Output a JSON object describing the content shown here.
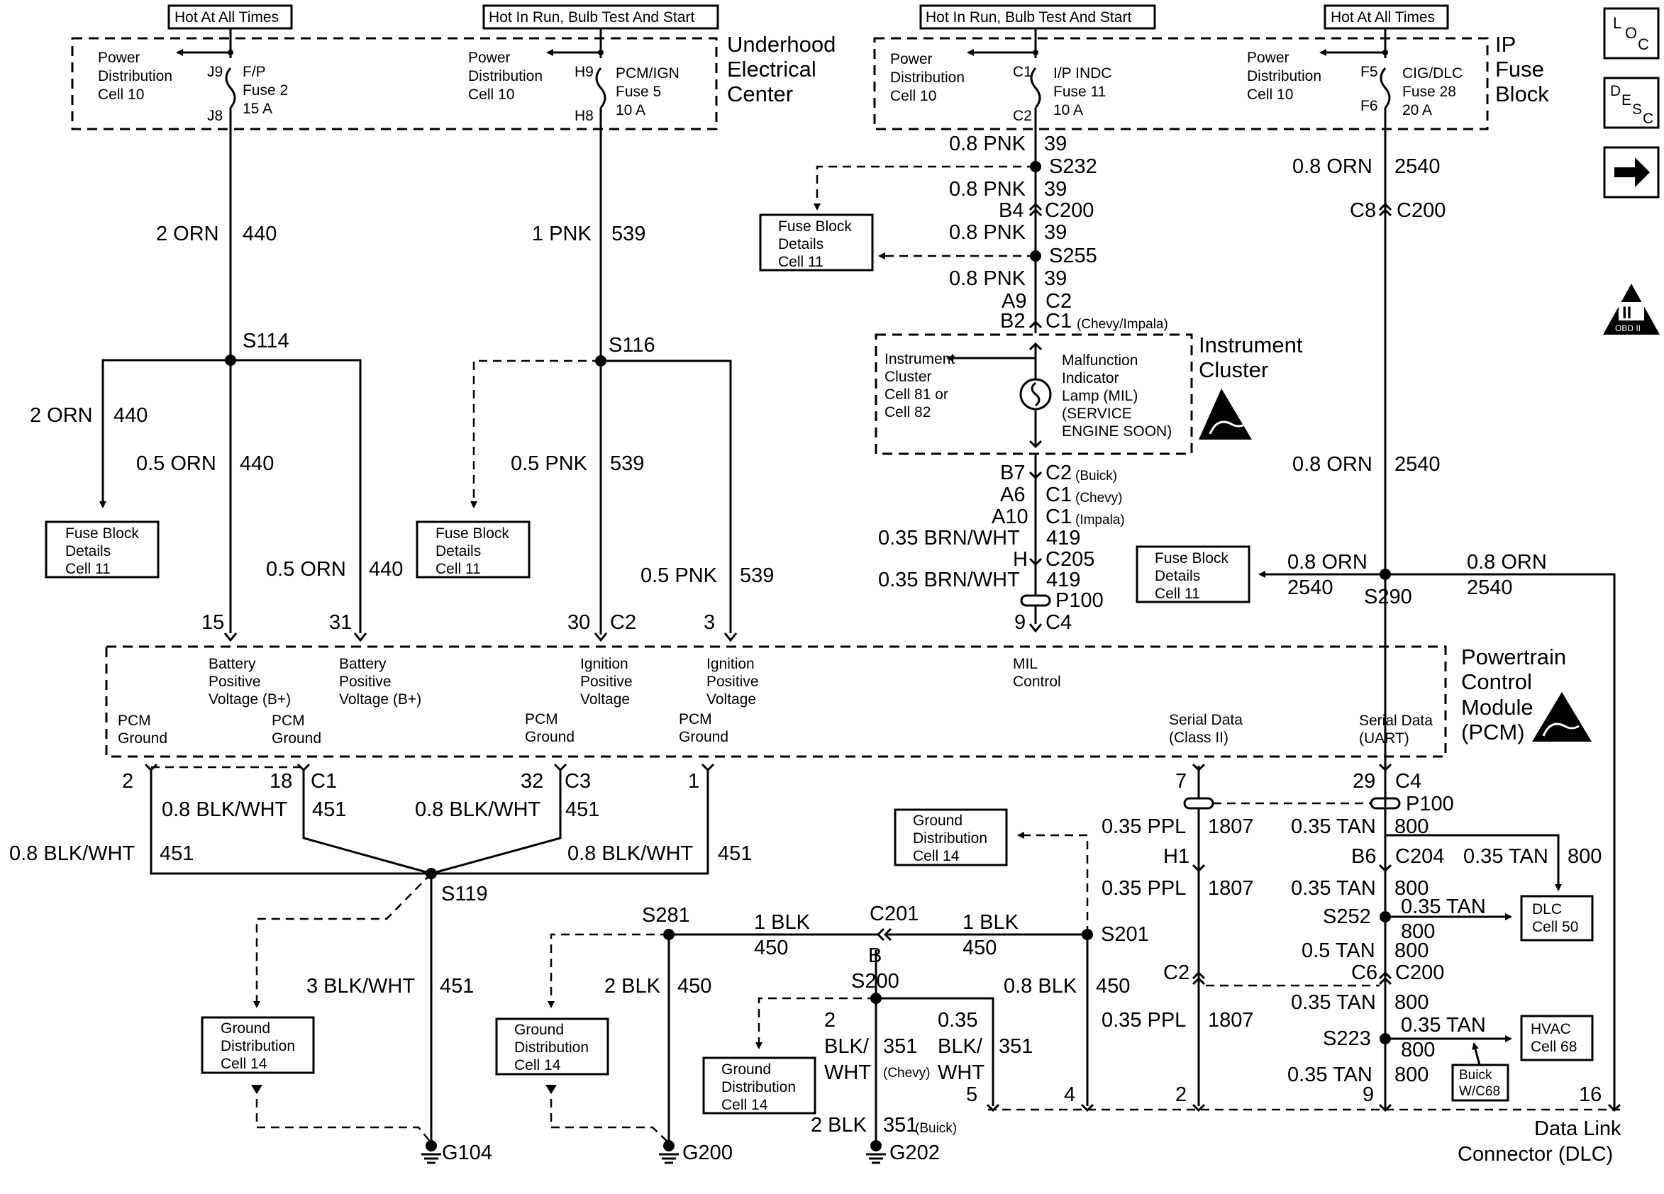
{
  "headers": {
    "h1": "Hot At All Times",
    "h2": "Hot In Run, Bulb Test And Start",
    "h3": "Hot In Run, Bulb Test And Start",
    "h4": "Hot At All Times"
  },
  "underhood": {
    "title1": "Underhood",
    "title2": "Electrical",
    "title3": "Center",
    "pd1": [
      "Power",
      "Distribution",
      "Cell 10"
    ],
    "pd2": [
      "Power",
      "Distribution",
      "Cell 10"
    ],
    "fuse2": [
      "F/P",
      "Fuse 2",
      "15 A"
    ],
    "fuse5": [
      "PCM/IGN",
      "Fuse 5",
      "10 A"
    ],
    "pins": {
      "j9": "J9",
      "j8": "J8",
      "h9": "H9",
      "h8": "H8"
    }
  },
  "ipfuse": {
    "title1": "IP",
    "title2": "Fuse",
    "title3": "Block",
    "pd1": [
      "Power",
      "Distribution",
      "Cell 10"
    ],
    "pd2": [
      "Power",
      "Distribution",
      "Cell 10"
    ],
    "fuse11": [
      "I/P INDC",
      "Fuse 11",
      "10 A"
    ],
    "fuse28": [
      "CIG/DLC",
      "Fuse 28",
      "20 A"
    ],
    "pins": {
      "c1": "C1",
      "c2": "C2",
      "f5": "F5",
      "f6": "F6"
    }
  },
  "side_icons": {
    "loc": [
      "L",
      "O",
      "C"
    ],
    "desc": [
      "D",
      "E",
      "S",
      "C"
    ],
    "arrow": "→",
    "obd": "OBD II",
    "obd_num": "II"
  },
  "wires": {
    "w1": [
      "2 ORN",
      "440"
    ],
    "w2": [
      "1 PNK",
      "539"
    ],
    "w3": [
      "2 ORN",
      "440"
    ],
    "w4": [
      "0.5 ORN",
      "440"
    ],
    "w5": [
      "0.5 ORN",
      "440"
    ],
    "w6": [
      "0.5 PNK",
      "539"
    ],
    "w7": [
      "0.5 PNK",
      "539"
    ],
    "w8": [
      "0.8 PNK",
      "39"
    ],
    "w9": [
      "0.8 PNK",
      "39"
    ],
    "w10": [
      "0.8 PNK",
      "39"
    ],
    "w11": [
      "0.8 PNK",
      "39"
    ],
    "w12": [
      "0.8 ORN",
      "2540"
    ],
    "w13": [
      "0.8 ORN",
      "2540"
    ],
    "w14": [
      "0.8 ORN",
      "2540"
    ],
    "w15": [
      "0.8 ORN",
      "2540"
    ],
    "w16": [
      "0.35 BRN/WHT",
      "419"
    ],
    "w17": [
      "0.35 BRN/WHT",
      "419"
    ],
    "w18": [
      "0.8 BLK/WHT",
      "451"
    ],
    "w19": [
      "0.8 BLK/WHT",
      "451"
    ],
    "w20": [
      "0.8 BLK/WHT",
      "451"
    ],
    "w21": [
      "0.8 BLK/WHT",
      "451"
    ],
    "w22": [
      "3 BLK/WHT",
      "451"
    ],
    "w23": [
      "2 BLK",
      "450"
    ],
    "w24": [
      "1 BLK",
      "450"
    ],
    "w25": [
      "1 BLK",
      "450"
    ],
    "w26": [
      "0.8 BLK",
      "450"
    ],
    "w27": [
      "2 BLK",
      "351"
    ],
    "w28": [
      "0.35 PPL",
      "1807"
    ],
    "w29": [
      "0.35 PPL",
      "1807"
    ],
    "w30": [
      "0.35 PPL",
      "1807"
    ],
    "w31": [
      "0.35 TAN",
      "800"
    ],
    "w32": [
      "0.35 TAN",
      "800"
    ],
    "w33": [
      "0.35 TAN",
      "800"
    ],
    "w34": [
      "0.35 TAN",
      "800"
    ],
    "w35": [
      "0.5 TAN",
      "800"
    ],
    "w36": [
      "0.35 TAN",
      "800"
    ],
    "w37": [
      "0.35 TAN",
      "800"
    ],
    "w38": [
      "0.35 TAN",
      "800"
    ],
    "w200a": [
      "2",
      "BLK/",
      "WHT"
    ],
    "w200b": [
      "0.35",
      "BLK/",
      "WHT"
    ],
    "w200n1": "351",
    "w200n2": "351",
    "chevy_note": "(Chevy)",
    "buick_note": "(Buick)"
  },
  "splices": {
    "s114": "S114",
    "s116": "S116",
    "s232": "S232",
    "s255": "S255",
    "s290": "S290",
    "s119": "S119",
    "s281": "S281",
    "s201": "S201",
    "s200": "S200",
    "s252": "S252",
    "s223": "S223"
  },
  "connectors": {
    "b4": "B4",
    "c200a": "C200",
    "c8": "C8",
    "c200b": "C200",
    "a9": "A9",
    "c2a": "C2",
    "b2": "B2",
    "c1a": "C1",
    "chevy_impala": "(Chevy/Impala)",
    "b7": "B7",
    "c2b": "C2",
    "buick": "(Buick)",
    "a6": "A6",
    "c1b": "C1",
    "chevy": "(Chevy)",
    "a10": "A10",
    "c1c": "C1",
    "impala": "(Impala)",
    "h": "H",
    "c205": "C205",
    "p100a": "P100",
    "nine": "9",
    "c4a": "C4",
    "p15": "15",
    "p31": "31",
    "p30": "30",
    "c2c": "C2",
    "p3": "3",
    "p2": "2",
    "p18": "18",
    "c1d": "C1",
    "p32": "32",
    "c3": "C3",
    "p1": "1",
    "p7": "7",
    "p29": "29",
    "c4b": "C4",
    "p100b": "P100",
    "h1": "H1",
    "b6": "B6",
    "c204": "C204",
    "c2d": "C2",
    "c6": "C6",
    "c200c": "C200",
    "c201": "C201",
    "b": "B",
    "d5": "5",
    "d4": "4",
    "d2": "2",
    "d9": "9",
    "d16": "16"
  },
  "fuse_details": [
    "Fuse Block",
    "Details",
    "Cell 11"
  ],
  "ground_dist": [
    "Ground",
    "Distribution",
    "Cell 14"
  ],
  "dlc_box": [
    "DLC",
    "Cell 50"
  ],
  "hvac_box": [
    "HVAC",
    "Cell 68"
  ],
  "buick_w": [
    "Buick",
    "W/C68"
  ],
  "instrument": {
    "title1": "Instrument",
    "title2": "Cluster",
    "ref": [
      "Instrument",
      "Cluster",
      "Cell 81 or",
      "Cell 82"
    ],
    "mil": [
      "Malfunction",
      "Indicator",
      "Lamp (MIL)",
      "(SERVICE",
      "ENGINE SOON)"
    ]
  },
  "pcm": {
    "title": [
      "Powertrain",
      "Control",
      "Module",
      "(PCM)"
    ],
    "bat1": [
      "Battery",
      "Positive",
      "Voltage (B+)"
    ],
    "bat2": [
      "Battery",
      "Positive",
      "Voltage (B+)"
    ],
    "ign1": [
      "Ignition",
      "Positive",
      "Voltage"
    ],
    "ign2": [
      "Ignition",
      "Positive",
      "Voltage"
    ],
    "mil": [
      "MIL",
      "Control"
    ],
    "gnd1": [
      "PCM",
      "Ground"
    ],
    "gnd2": [
      "PCM",
      "Ground"
    ],
    "gnd3": [
      "PCM",
      "Ground"
    ],
    "gnd4": [
      "PCM",
      "Ground"
    ],
    "serial1": [
      "Serial Data",
      "(Class II)"
    ],
    "serial2": [
      "Serial Data",
      "(UART)"
    ]
  },
  "grounds": {
    "g104": "G104",
    "g200": "G200",
    "g202": "G202"
  },
  "dlc": [
    "Data Link",
    "Connector (DLC)"
  ]
}
